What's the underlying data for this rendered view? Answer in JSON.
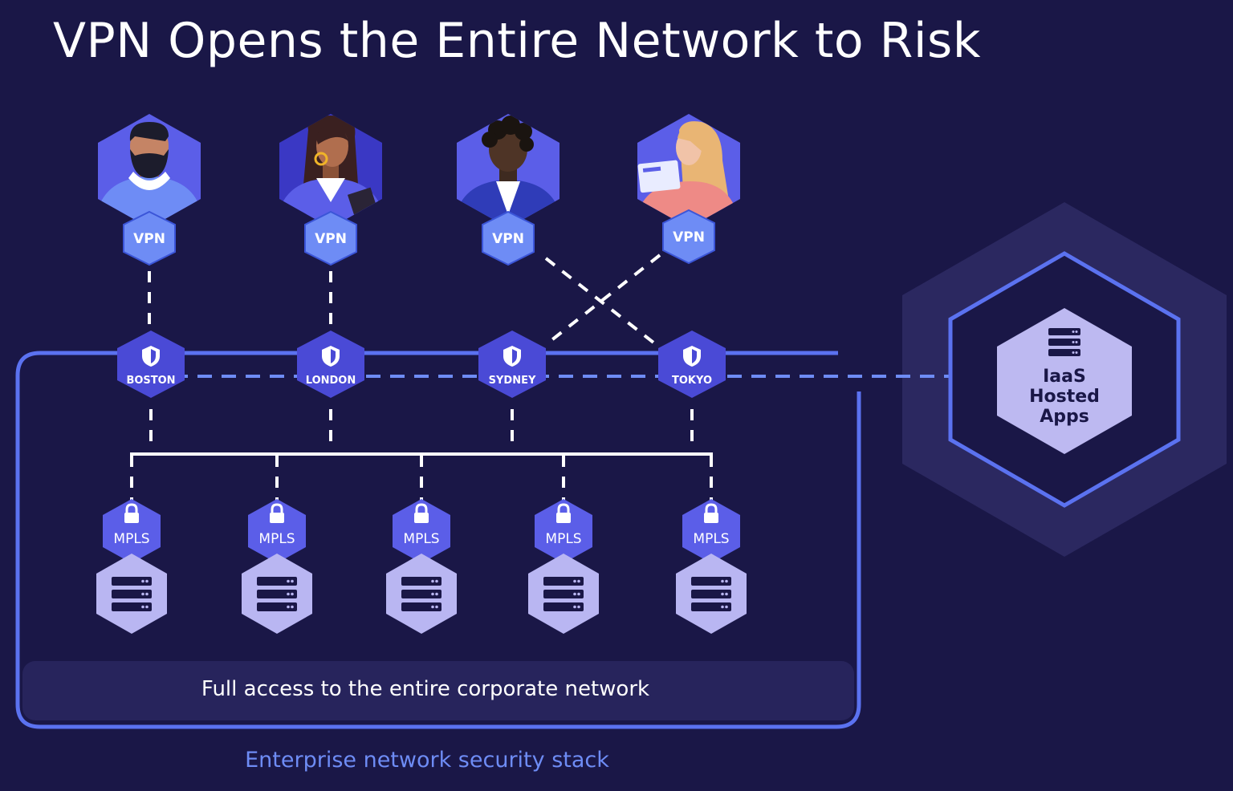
{
  "title": "VPN Opens the Entire Network to Risk",
  "users": [
    {
      "avatar": "user-man-beard",
      "vpn_label": "VPN"
    },
    {
      "avatar": "user-woman-hoops",
      "vpn_label": "VPN"
    },
    {
      "avatar": "user-man-curly",
      "vpn_label": "VPN"
    },
    {
      "avatar": "user-woman-laptop",
      "vpn_label": "VPN"
    }
  ],
  "locations": [
    {
      "name": "BOSTON",
      "icon": "shield-icon"
    },
    {
      "name": "LONDON",
      "icon": "shield-icon"
    },
    {
      "name": "SYDNEY",
      "icon": "shield-icon"
    },
    {
      "name": "TOKYO",
      "icon": "shield-icon"
    }
  ],
  "mpls_nodes": [
    {
      "label": "MPLS",
      "icon": "lock-icon",
      "server_icon": "server-icon"
    },
    {
      "label": "MPLS",
      "icon": "lock-icon",
      "server_icon": "server-icon"
    },
    {
      "label": "MPLS",
      "icon": "lock-icon",
      "server_icon": "server-icon"
    },
    {
      "label": "MPLS",
      "icon": "lock-icon",
      "server_icon": "server-icon"
    },
    {
      "label": "MPLS",
      "icon": "lock-icon",
      "server_icon": "server-icon"
    }
  ],
  "access_banner": "Full access to the entire corporate network",
  "stack_label": "Enterprise network security stack",
  "iaas": {
    "line1": "IaaS",
    "line2": "Hosted",
    "line3": "Apps",
    "icon": "server-icon"
  },
  "colors": {
    "background": "#1a1747",
    "hex_primary": "#5b5ee8",
    "vpn_badge": "#6e8cf5",
    "frame": "#5b72f0",
    "server_hex": "#b9b6f2",
    "iaas_fill": "#bdb9f1",
    "dash": "#ffffff"
  }
}
